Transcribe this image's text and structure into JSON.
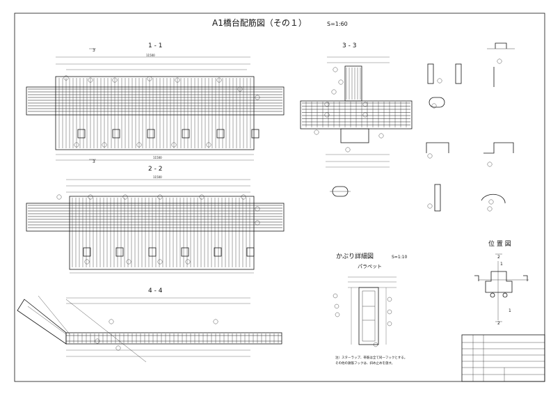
{
  "drawing": {
    "title": "A1橋台配筋図（その１）",
    "scale": "S=1:60"
  },
  "views": {
    "section_1_1": {
      "label": "1 - 1",
      "overall_dim": "11500",
      "bottom_dim": "11500",
      "cut_mark": "3"
    },
    "section_2_2": {
      "label": "2 - 2",
      "overall_dim": "11500"
    },
    "section_3_3": {
      "label": "3 - 3"
    },
    "section_4_4": {
      "label": "4 - 4"
    }
  },
  "cover_detail": {
    "title": "かぶり詳細図",
    "scale": "S=1:10",
    "subtitle": "パラペット",
    "notes": [
      "注）スターラップ、帯筋は全て同一フックとする。",
      "その他の鉄筋フックは、斜め止めを施す。"
    ]
  },
  "location_map": {
    "title": "位 置 図",
    "labels": [
      "2",
      "1",
      "1",
      "2"
    ]
  },
  "icons": {
    "section-arrow": "triangle",
    "bar-callout": "circle"
  },
  "colors": {
    "line": "#111111",
    "paper": "#ffffff"
  }
}
